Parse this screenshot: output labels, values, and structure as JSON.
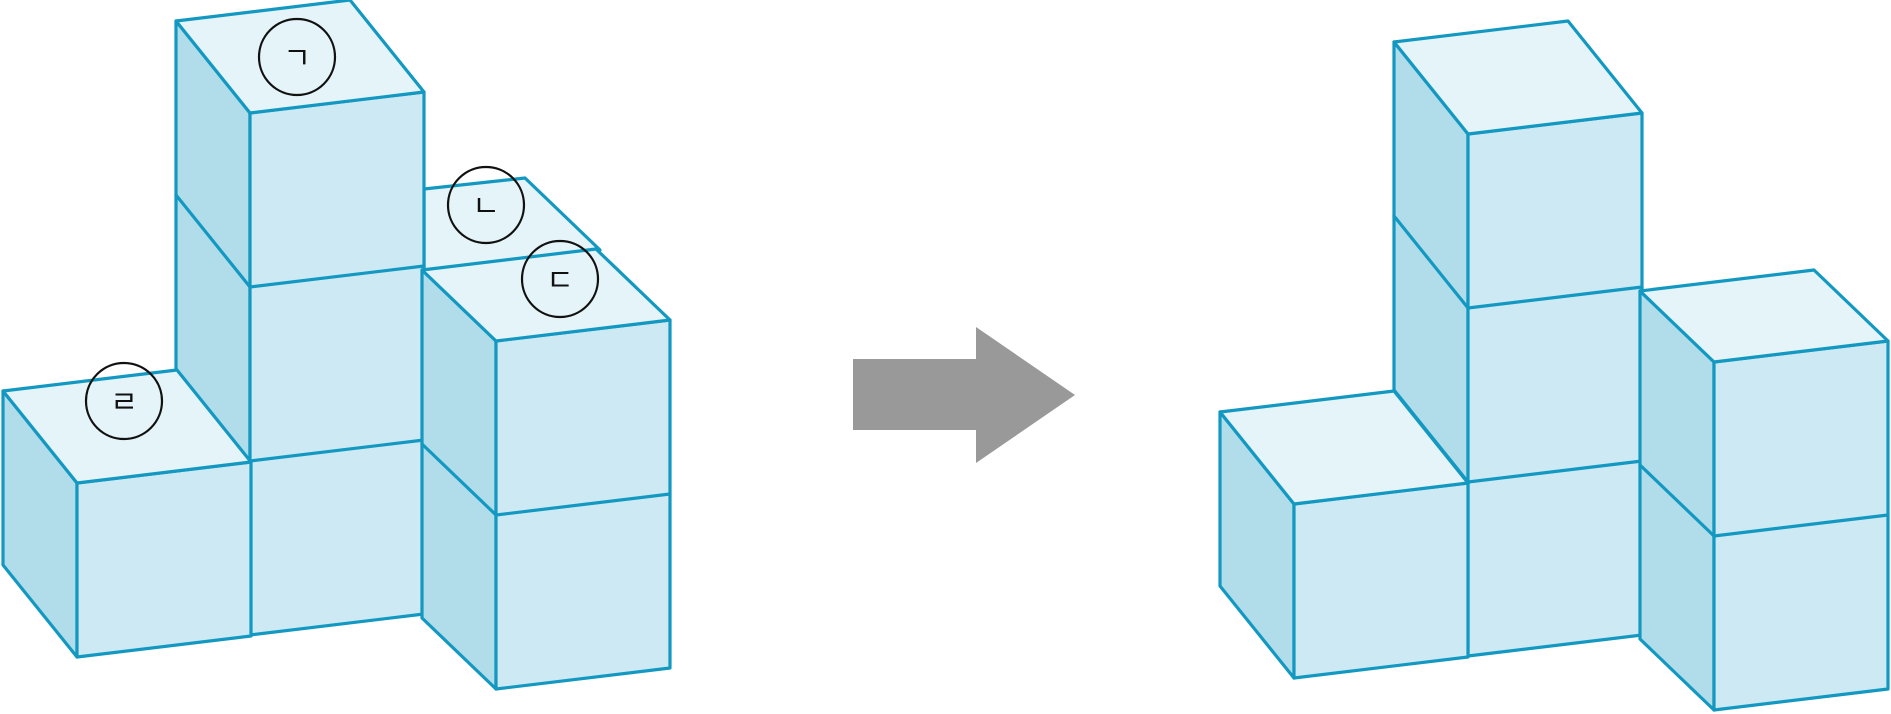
{
  "figure": {
    "colors": {
      "top_face": "#e4f4f9",
      "front_face": "#cde9f3",
      "side_face": "#b1dcea",
      "edge": "#1399c1",
      "arrow": "#999999",
      "label_stroke": "#111111"
    },
    "labels": {
      "a": "ㄱ",
      "b": "ㄴ",
      "c": "ㄷ",
      "d": "ㄹ"
    },
    "left_structure": {
      "cube_columns": [
        {
          "position": "front-left",
          "height": 1
        },
        {
          "position": "front-middle",
          "height": 3
        },
        {
          "position": "back-right",
          "height": 2
        },
        {
          "position": "front-right",
          "height": 2
        }
      ]
    },
    "right_structure": {
      "cube_columns": [
        {
          "position": "front-left",
          "height": 1
        },
        {
          "position": "front-middle",
          "height": 3
        },
        {
          "position": "front-right",
          "height": 2
        }
      ]
    },
    "arrow": {
      "direction": "right",
      "icon": "right-arrow-icon"
    }
  }
}
